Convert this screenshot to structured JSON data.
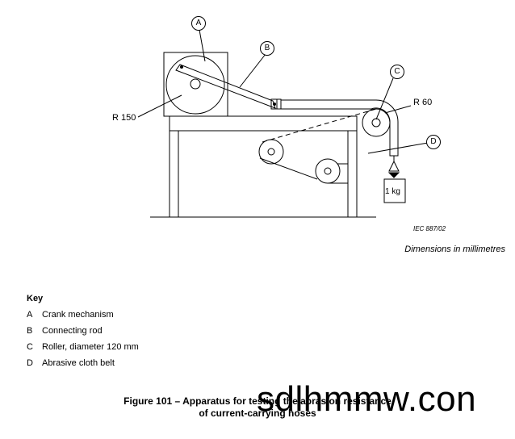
{
  "callouts": {
    "a": "A",
    "b": "B",
    "c": "C",
    "d": "D"
  },
  "labels": {
    "r150": "R 150",
    "r60": "R 60",
    "weight": "1 kg",
    "ref": "IEC   887/02"
  },
  "dimensions_note": "Dimensions in millimetres",
  "key": {
    "title": "Key",
    "items": [
      {
        "code": "A",
        "text": "Crank mechanism"
      },
      {
        "code": "B",
        "text": "Connecting rod"
      },
      {
        "code": "C",
        "text": "Roller, diameter 120 mm"
      },
      {
        "code": "D",
        "text": "Abrasive cloth belt"
      }
    ]
  },
  "caption": {
    "line1": "Figure 101 – Apparatus for testing the abrasion resistance",
    "line2": "of current-carrying hoses"
  },
  "watermark": "sdlhmmw.con"
}
